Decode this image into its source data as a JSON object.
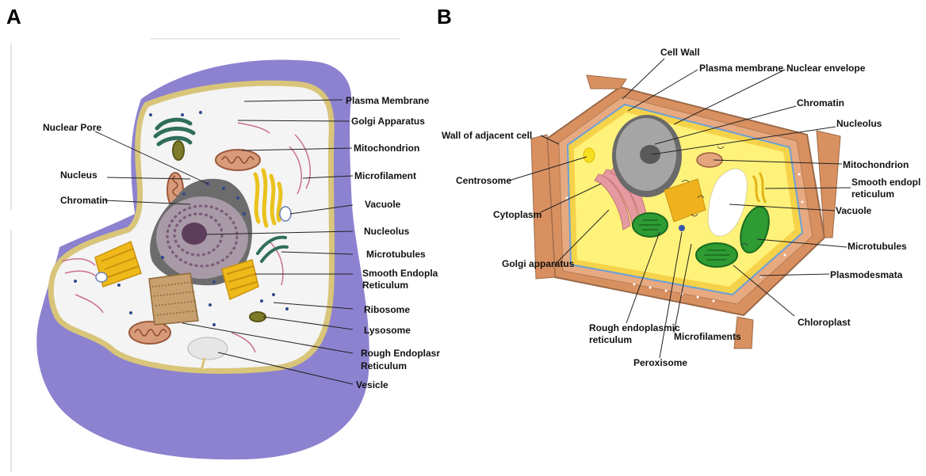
{
  "panels": [
    {
      "letter": "A",
      "labels": [
        "Plasma Membrane",
        "Golgi Apparatus",
        "Nuclear Pore",
        "Mitochondrion",
        "Nucleus",
        "Microfilament",
        "Chromatin",
        "Vacuole",
        "Nucleolus",
        "Microtubules",
        "Smooth Endopla",
        "Reticulum",
        "Ribosome",
        "Lysosome",
        "Rough Endoplasr",
        "Reticulum",
        "Vesicle"
      ]
    },
    {
      "letter": "B",
      "labels": [
        "Cell Wall",
        "Plasma membrane",
        "Nuclear envelope",
        "Chromatin",
        "Wall of adjacent cell",
        "Nucleolus",
        "Centrosome",
        "Mitochondrion",
        "Smooth endopl",
        "reticulum",
        "Cytoplasm",
        "Vacuole",
        "Microtubules",
        "Golgi apparatus",
        "Plasmodesmata",
        "Chloroplast",
        "Rough endoplasmic",
        "reticulum",
        "Microfilaments",
        "Peroxisome"
      ]
    }
  ],
  "colors": {
    "animal_ecm": "#8c82cf",
    "animal_membrane": "#d8c57a",
    "animal_cytoplasm": "#f4f4f4",
    "nucleus_dark": "#6c6c6c",
    "nucleus_light": "#a89aa6",
    "plant_wall": "#d99060",
    "plant_membrane": "#f6d24a",
    "plant_cytoplasm": "#fff27a",
    "plant_nucleus": "#9a9a9a",
    "chloroplast": "#2e9b33",
    "golgi_yellow": "#f0c020",
    "golgi_pink": "#e59aa0"
  }
}
